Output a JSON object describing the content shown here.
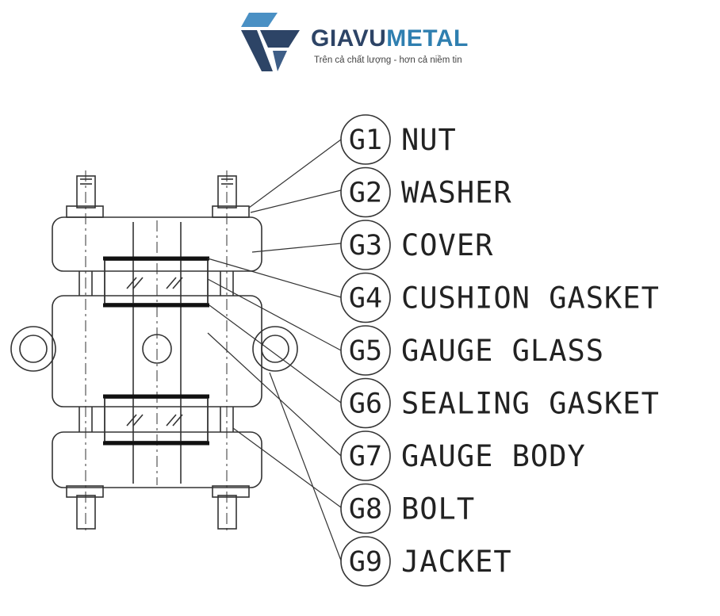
{
  "brand": {
    "name_part1": "GIAVU",
    "name_part2": "METAL",
    "tagline": "Trên cả chất lượng - hơn cả niềm tin",
    "colors": {
      "dark": "#2d4466",
      "accent": "#2f7fb0",
      "light": "#4a90c4"
    }
  },
  "parts": [
    {
      "code": "G1",
      "name": "NUT"
    },
    {
      "code": "G2",
      "name": "WASHER"
    },
    {
      "code": "G3",
      "name": "COVER"
    },
    {
      "code": "G4",
      "name": "CUSHION GASKET"
    },
    {
      "code": "G5",
      "name": "GAUGE GLASS"
    },
    {
      "code": "G6",
      "name": "SEALING GASKET"
    },
    {
      "code": "G7",
      "name": "GAUGE BODY"
    },
    {
      "code": "G8",
      "name": "BOLT"
    },
    {
      "code": "G9",
      "name": "JACKET"
    }
  ]
}
